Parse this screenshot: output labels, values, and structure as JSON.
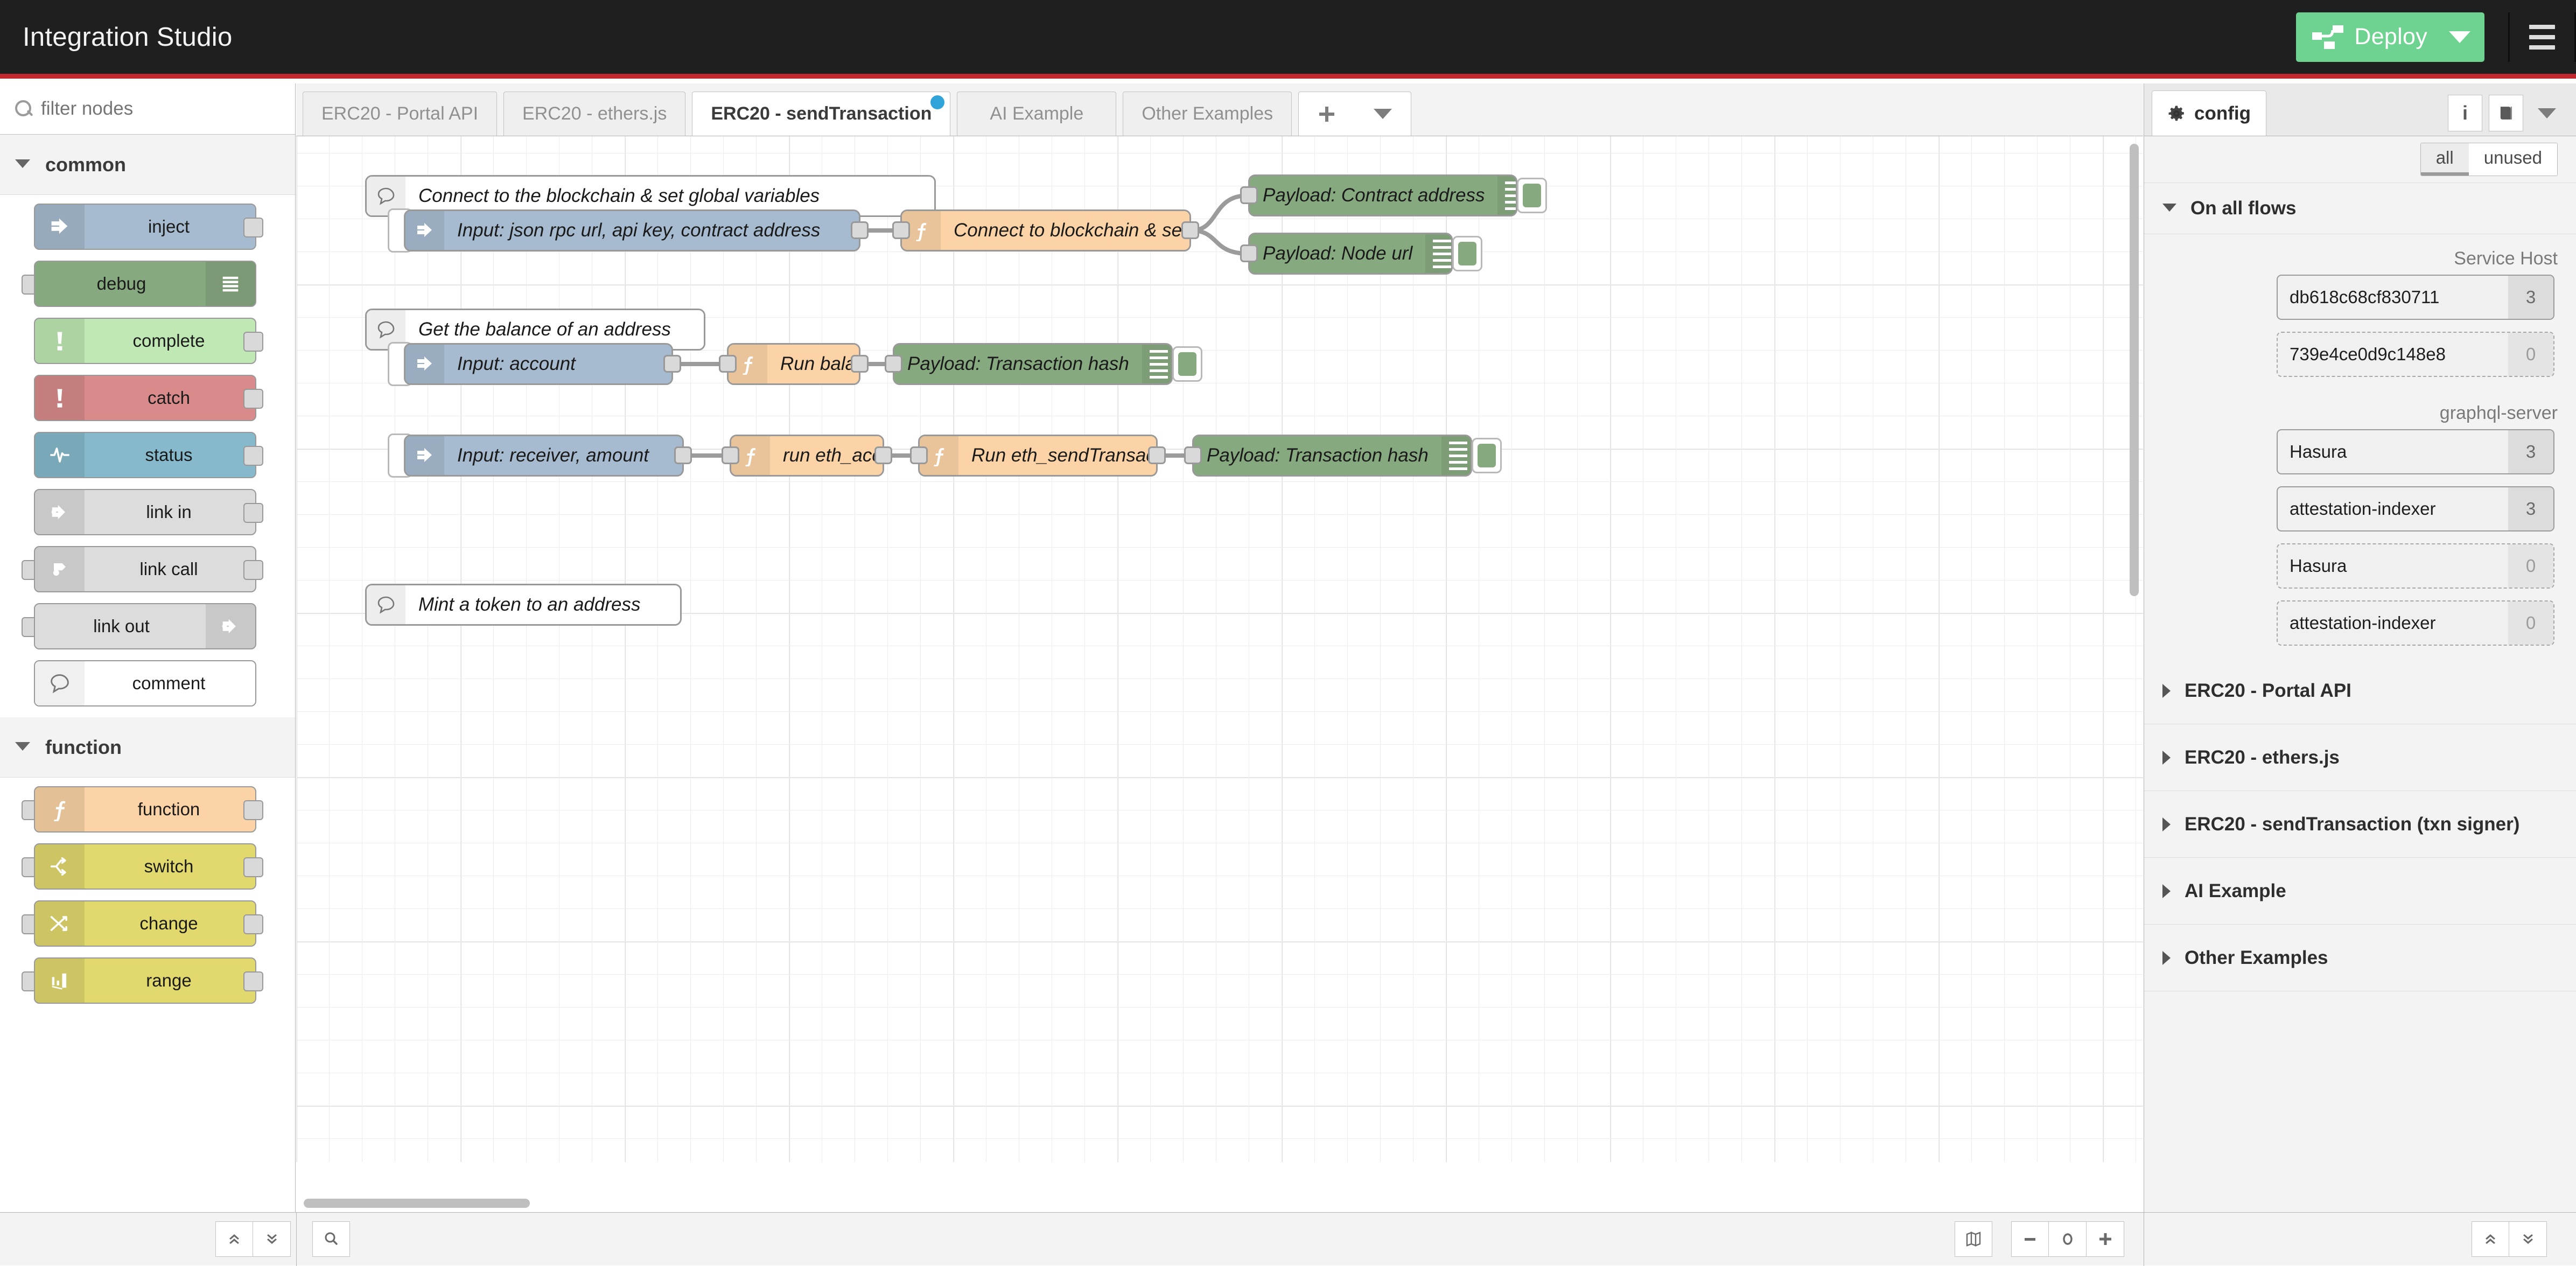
{
  "header": {
    "app_title": "Integration Studio",
    "deploy_label": "Deploy",
    "deploy_color": "#6ed391",
    "accent_bar_color": "#c1272d",
    "deploy_icon": "deploy-flow-icon",
    "caret_icon": "chevron-down-icon",
    "menu_icon": "hamburger-menu-icon"
  },
  "palette": {
    "search_placeholder": "filter nodes",
    "search_icon": "search-icon",
    "categories": [
      {
        "label": "common",
        "expanded": true,
        "nodes": [
          {
            "label": "inject",
            "icon": "inject-arrow-icon",
            "color": "#a6bbcf",
            "icon_side": "left",
            "in": false,
            "out": true
          },
          {
            "label": "debug",
            "icon": "debug-bars-icon",
            "color": "#87a980",
            "icon_side": "right",
            "in": true,
            "out": false
          },
          {
            "label": "complete",
            "icon": "exclamation-icon",
            "color": "#c0e8b4",
            "icon_side": "left",
            "in": false,
            "out": true
          },
          {
            "label": "catch",
            "icon": "exclamation-icon",
            "color": "#d98b8b",
            "icon_side": "left",
            "in": false,
            "out": true
          },
          {
            "label": "status",
            "icon": "pulse-wave-icon",
            "color": "#85b9cb",
            "icon_side": "left",
            "in": false,
            "out": true
          },
          {
            "label": "link in",
            "icon": "link-in-icon",
            "color": "#dcdcdc",
            "icon_side": "left",
            "in": false,
            "out": true
          },
          {
            "label": "link call",
            "icon": "link-call-icon",
            "color": "#dcdcdc",
            "icon_side": "left",
            "in": true,
            "out": true
          },
          {
            "label": "link out",
            "icon": "link-out-icon",
            "color": "#dcdcdc",
            "icon_side": "right",
            "in": true,
            "out": false
          },
          {
            "label": "comment",
            "icon": "comment-bubble-icon",
            "color": "#ffffff",
            "icon_side": "left",
            "in": false,
            "out": false
          }
        ]
      },
      {
        "label": "function",
        "expanded": true,
        "nodes": [
          {
            "label": "function",
            "icon": "function-f-icon",
            "color": "#fbd3a6",
            "icon_side": "left",
            "in": true,
            "out": true
          },
          {
            "label": "switch",
            "icon": "switch-branch-icon",
            "color": "#e2d96e",
            "icon_side": "left",
            "in": true,
            "out": true
          },
          {
            "label": "change",
            "icon": "change-swap-icon",
            "color": "#e2d96e",
            "icon_side": "left",
            "in": true,
            "out": true
          },
          {
            "label": "range",
            "icon": "range-icon",
            "color": "#e2d96e",
            "icon_side": "left",
            "in": true,
            "out": true
          }
        ]
      }
    ]
  },
  "workspace": {
    "tabs": [
      {
        "label": "ERC20 - Portal API",
        "active": false,
        "dot": false
      },
      {
        "label": "ERC20 - ethers.js",
        "active": false,
        "dot": false
      },
      {
        "label": "ERC20 - sendTransaction",
        "active": true,
        "dot": true
      },
      {
        "label": "AI Example",
        "active": false,
        "dot": false
      },
      {
        "label": "Other Examples",
        "active": false,
        "dot": false
      }
    ],
    "add_tab_icon": "plus-icon",
    "tab_menu_icon": "chevron-down-icon",
    "flows": [
      {
        "comment": "Connect to the blockchain & set global variables",
        "nodes": [
          {
            "label": "Input: json rpc url, api key, contract address",
            "type": "inject",
            "color": "#a6bbcf"
          },
          {
            "label": "Connect to blockchain & set global variables",
            "type": "function",
            "color": "#fbd3a6"
          },
          {
            "label": "Payload: Contract address",
            "type": "debug",
            "color": "#87a980"
          },
          {
            "label": "Payload: Node url",
            "type": "debug",
            "color": "#87a980"
          }
        ]
      },
      {
        "comment": "Get the balance of an address",
        "nodes": [
          {
            "label": "Input: account",
            "type": "inject",
            "color": "#a6bbcf"
          },
          {
            "label": "Run balanceOf()",
            "type": "function",
            "color": "#fbd3a6"
          },
          {
            "label": "Payload: Transaction hash",
            "type": "debug",
            "color": "#87a980"
          }
        ]
      },
      {
        "comment": "Mint a token to an address",
        "nodes": [
          {
            "label": "Input: receiver, amount",
            "type": "inject",
            "color": "#a6bbcf"
          },
          {
            "label": "run eth_accounts",
            "type": "function",
            "color": "#fbd3a6"
          },
          {
            "label": "Run eth_sendTransaction",
            "type": "function",
            "color": "#fbd3a6"
          },
          {
            "label": "Payload: Transaction hash",
            "type": "debug",
            "color": "#87a980"
          }
        ]
      }
    ]
  },
  "sidebar": {
    "tab_label": "config",
    "tab_icon": "gear-icon",
    "tools": [
      {
        "icon": "info-icon",
        "label": "i"
      },
      {
        "icon": "book-icon",
        "label": ""
      }
    ],
    "menu_icon": "chevron-down-icon",
    "filter": {
      "all": "all",
      "unused": "unused",
      "selected": "all"
    },
    "section_title": "On all flows",
    "config_groups": [
      {
        "label": "Service Host",
        "items": [
          {
            "name": "db618c68cf830711",
            "count": "3",
            "unused": false
          },
          {
            "name": "739e4ce0d9c148e8",
            "count": "0",
            "unused": true
          }
        ]
      },
      {
        "label": "graphql-server",
        "items": [
          {
            "name": "Hasura",
            "count": "3",
            "unused": false
          },
          {
            "name": "attestation-indexer",
            "count": "3",
            "unused": false
          },
          {
            "name": "Hasura",
            "count": "0",
            "unused": true
          },
          {
            "name": "attestation-indexer",
            "count": "0",
            "unused": true
          }
        ]
      }
    ],
    "flow_list": [
      {
        "label": "ERC20 - Portal API"
      },
      {
        "label": "ERC20 - ethers.js"
      },
      {
        "label": "ERC20 - sendTransaction (txn signer)"
      },
      {
        "label": "AI Example"
      },
      {
        "label": "Other Examples"
      }
    ]
  },
  "footer": {
    "palette_collapse_icon": "chevrons-up-icon",
    "palette_expand_icon": "chevrons-down-icon",
    "search_icon": "search-icon",
    "map_icon": "map-icon",
    "zoom_out_icon": "minus-icon",
    "zoom_reset_icon": "circle-icon",
    "zoom_in_icon": "plus-icon",
    "sidebar_collapse_icon": "chevrons-up-icon",
    "sidebar_expand_icon": "chevrons-down-icon"
  }
}
